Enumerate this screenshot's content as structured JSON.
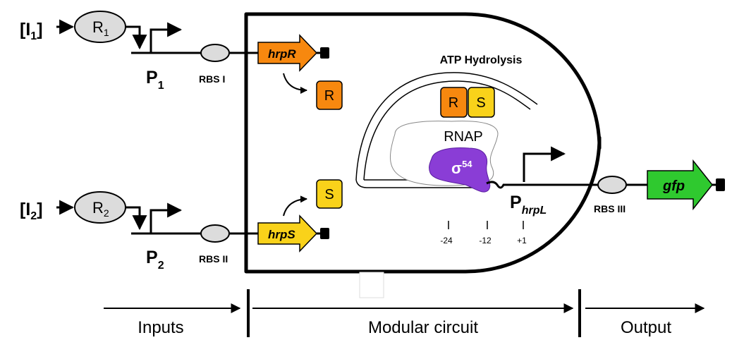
{
  "inputs": {
    "input1": {
      "bracket_open": "[I",
      "sub": "1",
      "bracket_close": "]"
    },
    "input2": {
      "bracket_open": "[I",
      "sub": "2",
      "bracket_close": "]"
    }
  },
  "regulators": {
    "r1": {
      "main": "R",
      "sub": "1"
    },
    "r2": {
      "main": "R",
      "sub": "2"
    }
  },
  "promoters": {
    "p1": {
      "main": "P",
      "sub": "1"
    },
    "p2": {
      "main": "P",
      "sub": "2"
    },
    "phrpl": {
      "main": "P",
      "sub": "hrpL"
    }
  },
  "rbs": {
    "rbs1": "RBS I",
    "rbs2": "RBS II",
    "rbs3": "RBS III"
  },
  "genes": {
    "hrpR": "hrpR",
    "hrpS": "hrpS",
    "gfp": "gfp"
  },
  "proteins": {
    "r_free": "R",
    "s_free": "S",
    "r_bound": "R",
    "s_bound": "S"
  },
  "complex": {
    "atp": "ATP Hydrolysis",
    "rnap": "RNAP",
    "sigma": "σ",
    "sigma_sup": "54"
  },
  "positions": {
    "m24": "-24",
    "m12": "-12",
    "p1": "+1"
  },
  "sections": {
    "inputs": "Inputs",
    "circuit": "Modular circuit",
    "output": "Output"
  },
  "colors": {
    "orange": "#f7880f",
    "yellow": "#f9d21a",
    "green": "#2fc92f",
    "purple": "#8a3dd6",
    "grey": "#dcdcdc"
  }
}
